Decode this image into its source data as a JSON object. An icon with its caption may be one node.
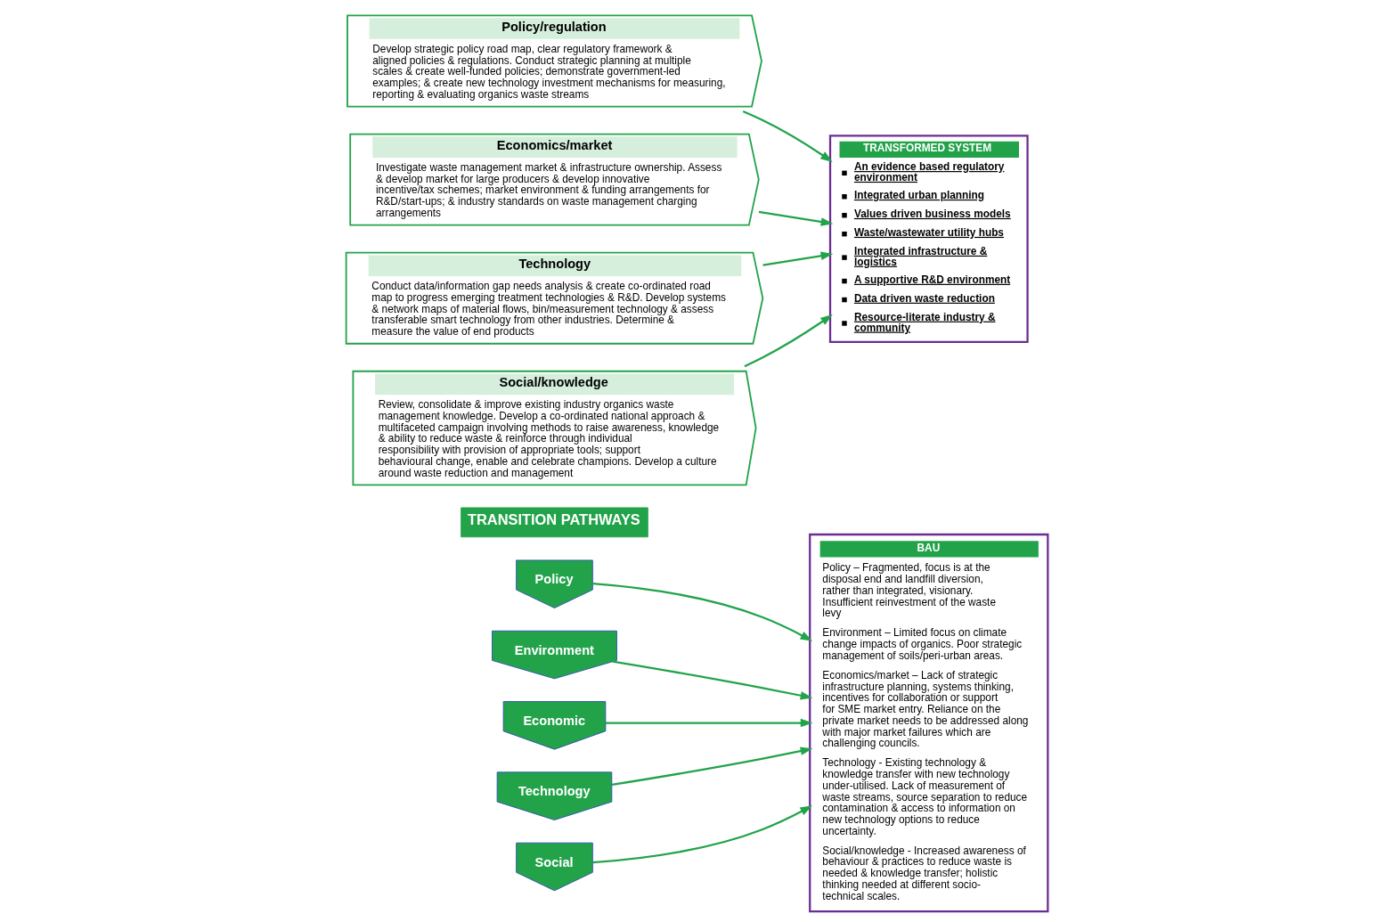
{
  "diagram": {
    "nodes": [
      {
        "text": [
          "Policy"
        ]
      },
      {
        "text": [
          "Environment"
        ]
      },
      {
        "text": [
          "Economic"
        ]
      },
      {
        "text": [
          "Technology"
        ]
      },
      {
        "text": [
          "Social"
        ]
      },
      {
        "text": [
          "BAU",
          "Policy – Fragmented, focus is at the disposal end and landfill diversion, rather than integrated, visionary. Insufficient reinvestment of the waste levy",
          "Environment – Limited focus on climate change impacts of organics. Poor strategic management of soils/peri-urban areas.",
          "Economics/market – Lack of strategic infrastructure planning, systems thinking, incentives for collaboration or support for SME market entry. Reliance on the private market needs to be addressed along with major market failures which are challenging councils.",
          "Technology - Existing technology & knowledge transfer with new technology under-utilised. Lack of measurement of waste streams, source separation to reduce contamination & access to information on new technology options to reduce uncertainty.",
          "Social/knowledge - Increased awareness of behaviour & practices to reduce waste is needed & knowledge transfer; holistic thinking needed at different socio-technical scales."
        ]
      },
      {
        "text": [
          "TRANSITION PATHWAYS"
        ]
      },
      {
        "text": [
          "Policy/regulation",
          "Develop strategic policy road map, clear regulatory framework & aligned policies & regulations. Conduct strategic planning at multiple scales & create well-funded policies; demonstrate government-led examples; & create new technology investment mechanisms for measuring, reporting & evaluating organics waste streams"
        ]
      },
      {
        "text": [
          "Economics/market",
          "Investigate waste management market & infrastructure ownership. Assess & develop market for large producers & develop innovative incentive/tax schemes; market environment & funding arrangements for R&D/start-ups; & industry standards on waste management charging arrangements"
        ]
      },
      {
        "text": [
          "Technology",
          "Conduct data/information gap needs analysis & create co-ordinated road map to progress emerging treatment technologies & R&D. Develop systems & network maps of material flows, bin/measurement technology & assess transferable smart technology from other industries. Determine & measure the value of end products"
        ]
      },
      {
        "text": [
          "Social/knowledge",
          "Review, consolidate & improve existing industry organics waste management knowledge. Develop a co-ordinated national approach & multifaceted campaign involving methods to raise awareness, knowledge & ability to reduce waste & reinforce through individual responsibility with provision of appropriate tools; support behavioural change, enable and celebrate champions. Develop a culture around waste reduction and management"
        ]
      },
      {
        "text": [
          "TRANSFORMED SYSTEM",
          "An evidence based regulatory environment",
          "Integrated urban planning",
          "Values driven business models",
          "Waste/wastewater utility hubs",
          "Integrated infrastructure & logistics",
          "A supportive R&D environment",
          "Data driven waste reduction",
          "Resource-literate industry & community"
        ]
      }
    ],
    "edges": [
      {
        "from": 0,
        "to": 5,
        "arrow": "to"
      },
      {
        "from": 1,
        "to": 5,
        "arrow": "to"
      },
      {
        "from": 2,
        "to": 5,
        "arrow": "to"
      },
      {
        "from": 3,
        "to": 5,
        "arrow": "to"
      },
      {
        "from": 4,
        "to": 5,
        "arrow": "to"
      },
      {
        "from": 7,
        "to": 11,
        "arrow": "to"
      },
      {
        "from": 8,
        "to": 11,
        "arrow": "to"
      },
      {
        "from": 9,
        "to": 11,
        "arrow": "to"
      },
      {
        "from": 10,
        "to": 11,
        "arrow": "to"
      }
    ]
  }
}
